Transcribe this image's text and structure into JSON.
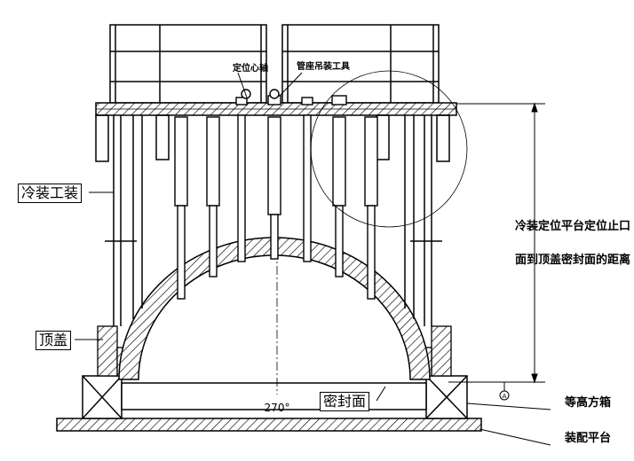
{
  "labels": {
    "cold_fixture": "冷装工装",
    "top_cover": "顶盖",
    "sealing_surface": "密封面",
    "angle": "270°",
    "positioning_pin": "定位心轴",
    "pipe_seat_tool": "管座吊装工具",
    "distance_line1": "冷装定位平台定位止口",
    "distance_line2": "面到顶盖密封面的距离",
    "equal_height_box": "等高方箱",
    "assembly_platform": "装配平台",
    "datum_mark": "A"
  }
}
